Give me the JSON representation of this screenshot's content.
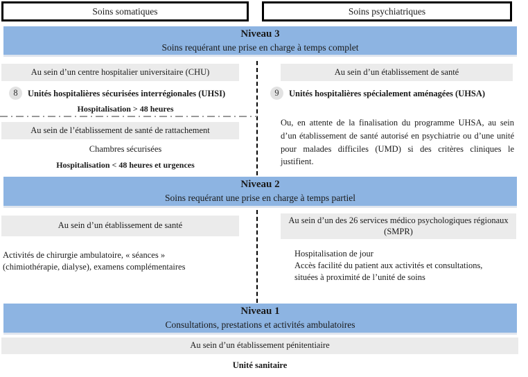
{
  "colors": {
    "band_blue": "#8DB4E2",
    "box_gray": "#EBEBEB",
    "circle_gray": "#E2E2E2",
    "border_black": "#000000",
    "divider_gray": "#999999"
  },
  "header": {
    "somatic_label": "Soins somatiques",
    "psychiatric_label": "Soins psychiatriques"
  },
  "level3": {
    "title": "Niveau 3",
    "subtitle": "Soins requérant une prise en charge à temps complet",
    "somatic": {
      "location1": "Au sein d’un centre hospitalier universitaire (CHU)",
      "badge1": "8",
      "unit1": "Unités hospitalières sécurisées interrégionales (UHSI)",
      "note1": "Hospitalisation > 48 heures",
      "location2": "Au sein de l’établissement de santé de rattachement",
      "unit2": "Chambres sécurisées",
      "note2": "Hospitalisation < 48 heures et urgences"
    },
    "psychiatric": {
      "location": "Au sein d’un établissement de santé",
      "badge": "9",
      "unit": "Unités hospitalières spécialement aménagées (UHSA)",
      "note": "Ou, en attente de la finalisation du programme UHSA, au sein d’un établissement de santé autorisé en psychiatrie ou d’une unité pour malades difficiles (UMD) si des critères cliniques le justifient."
    }
  },
  "level2": {
    "title": "Niveau 2",
    "subtitle": "Soins requérant une prise en charge à temps partiel",
    "somatic": {
      "location": "Au sein d’un établissement de santé",
      "note": "Activités de chirurgie ambulatoire, « séances » (chimiothérapie, dialyse), examens complémentaires"
    },
    "psychiatric": {
      "location": "Au sein d’un des 26 services médico psychologiques régionaux (SMPR)",
      "note_title": "Hospitalisation de jour",
      "note": "Accès facilité du patient aux activités et consultations, situées à proximité de l’unité de soins"
    }
  },
  "level1": {
    "title": "Niveau 1",
    "subtitle": "Consultations, prestations et activités ambulatoires",
    "location": "Au sein d’un établissement pénitentiaire",
    "unit": "Unité sanitaire"
  }
}
